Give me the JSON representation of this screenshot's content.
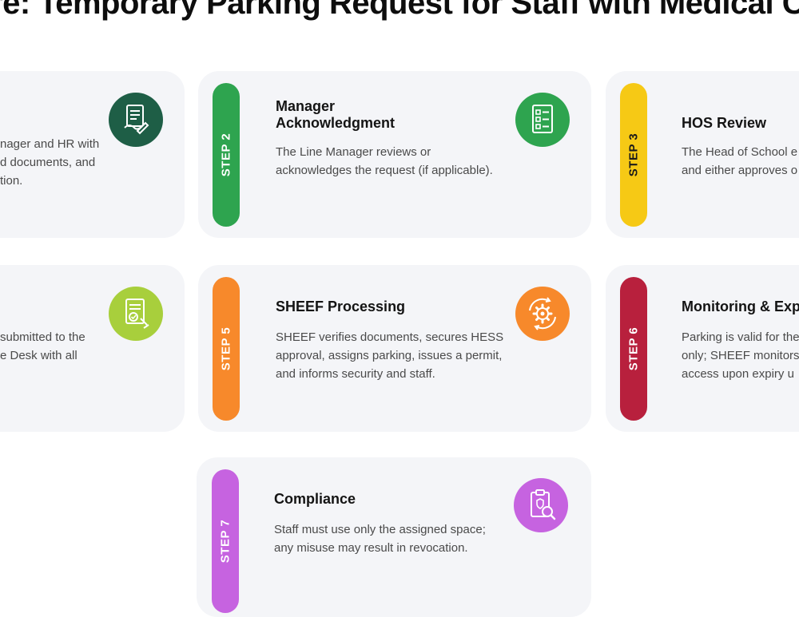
{
  "title": "re: Temporary Parking Request for Staff with Medical C",
  "steps": [
    {
      "title": "",
      "text": [
        "nager and HR with",
        "d documents, and",
        "tion."
      ],
      "icon": "document-signature-icon",
      "icon_color": "#1e5e46"
    },
    {
      "step_label": "STEP 2",
      "title": "Manager\nAcknowledgment",
      "text": [
        "The Line Manager reviews or",
        "acknowledges the request (if applicable)."
      ],
      "icon": "checklist-icon",
      "color": "#2ea44f",
      "icon_color": "#2ea44f"
    },
    {
      "step_label": "STEP 3",
      "title": "HOS Review",
      "text": [
        "The Head of School e",
        "and either approves o"
      ],
      "color": "#f6c915"
    },
    {
      "title": "",
      "text": [
        "submitted to the",
        "e Desk with all"
      ],
      "icon": "submitted-document-icon",
      "icon_color": "#a8cf3c"
    },
    {
      "step_label": "STEP 5",
      "title": "SHEEF Processing",
      "text": [
        "SHEEF verifies documents, secures HESS",
        "approval, assigns parking, issues a permit,",
        "and informs security and staff."
      ],
      "icon": "gear-cycle-icon",
      "color": "#f7892b",
      "icon_color": "#f7892b"
    },
    {
      "step_label": "STEP 6",
      "title": "Monitoring & Exp",
      "text": [
        "Parking is valid for the",
        "only; SHEEF monitors",
        "access upon expiry u"
      ],
      "color": "#b8203d"
    },
    {
      "step_label": "STEP 7",
      "title": "Compliance",
      "text": [
        "Staff must use only the assigned space;",
        "any misuse may result in revocation."
      ],
      "icon": "compliance-clipboard-icon",
      "color": "#c663e0",
      "icon_color": "#c663e0"
    }
  ]
}
